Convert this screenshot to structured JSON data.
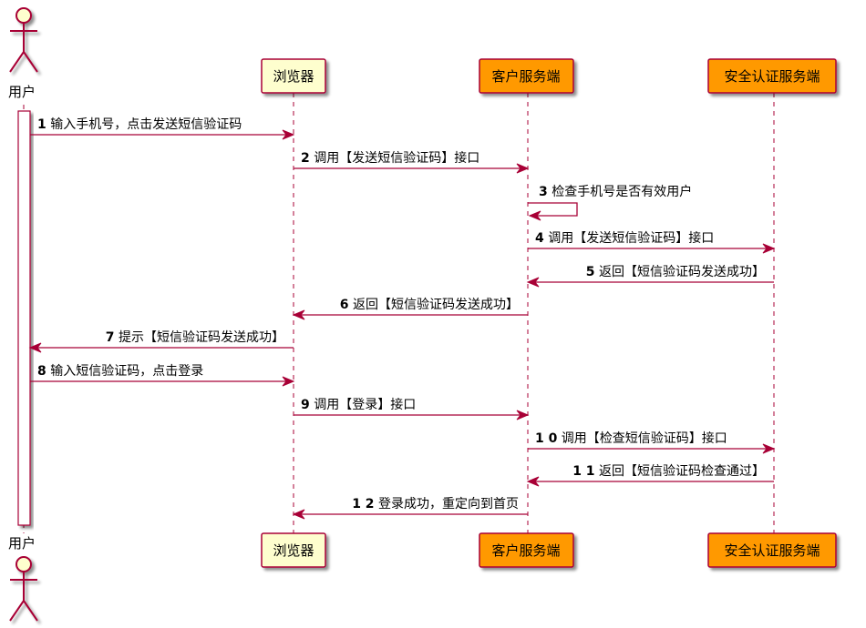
{
  "colors": {
    "arrow": "#A80036",
    "lifeline": "#A80036",
    "box_border": "#A80036",
    "browser_fill": "#FEFECE",
    "server_fill": "#FF9900",
    "actor_fill": "#FEFECE",
    "activation_fill": "#FFFFFF",
    "text": "#000000"
  },
  "actor": {
    "id": "user",
    "name": "用户",
    "icon": "stick-figure-icon"
  },
  "participants": [
    {
      "id": "browser",
      "name": "浏览器",
      "fill": "browser"
    },
    {
      "id": "client",
      "name": "客户服务端",
      "fill": "server"
    },
    {
      "id": "auth",
      "name": "安全认证服务端",
      "fill": "server"
    }
  ],
  "messages": [
    {
      "num": "1",
      "from": "user",
      "to": "browser",
      "text": "输入手机号，点击发送短信验证码"
    },
    {
      "num": "2",
      "from": "browser",
      "to": "client",
      "text": "调用【发送短信验证码】接口"
    },
    {
      "num": "3",
      "from": "client",
      "to": "client",
      "text": "检查手机号是否有效用户"
    },
    {
      "num": "4",
      "from": "client",
      "to": "auth",
      "text": "调用【发送短信验证码】接口"
    },
    {
      "num": "5",
      "from": "auth",
      "to": "client",
      "text": "返回【短信验证码发送成功】"
    },
    {
      "num": "6",
      "from": "client",
      "to": "browser",
      "text": "返回【短信验证码发送成功】"
    },
    {
      "num": "7",
      "from": "browser",
      "to": "user",
      "text": "提示【短信验证码发送成功】"
    },
    {
      "num": "8",
      "from": "user",
      "to": "browser",
      "text": "输入短信验证码，点击登录"
    },
    {
      "num": "9",
      "from": "browser",
      "to": "client",
      "text": "调用【登录】接口"
    },
    {
      "num": "1 0",
      "from": "client",
      "to": "auth",
      "text": "调用【检查短信验证码】接口"
    },
    {
      "num": "1 1",
      "from": "auth",
      "to": "client",
      "text": "返回【短信验证码检查通过】"
    },
    {
      "num": "1 2",
      "from": "client",
      "to": "browser",
      "text": "登录成功，重定向到首页"
    }
  ]
}
